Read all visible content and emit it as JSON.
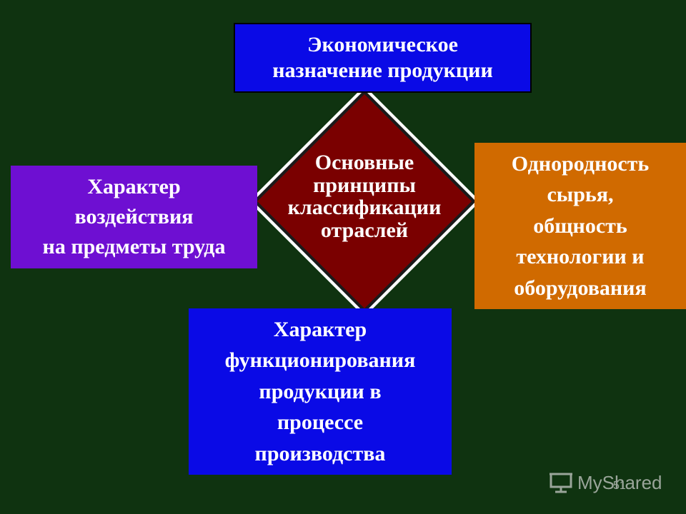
{
  "diagram": {
    "center": "Основные\nпринципы\nклассификации\nотраслей",
    "top": "Экономическое\nназначение продукции",
    "left": "Характер\nвоздействия\nна предметы труда",
    "right": "Однородность\nсырья,\nобщность\nтехнологии и\nоборудования",
    "bottom": "Характер\nфункционирования\nпродукции в\nпроцессе\nпроизводства"
  },
  "colors": {
    "background": "#0f3310",
    "diamond": "#7a0000",
    "blue_box": "#0a0ae6",
    "purple_box": "#6e0fd2",
    "orange_box": "#d06a00"
  },
  "footer": {
    "page_number": "51",
    "watermark": "MyShared"
  }
}
